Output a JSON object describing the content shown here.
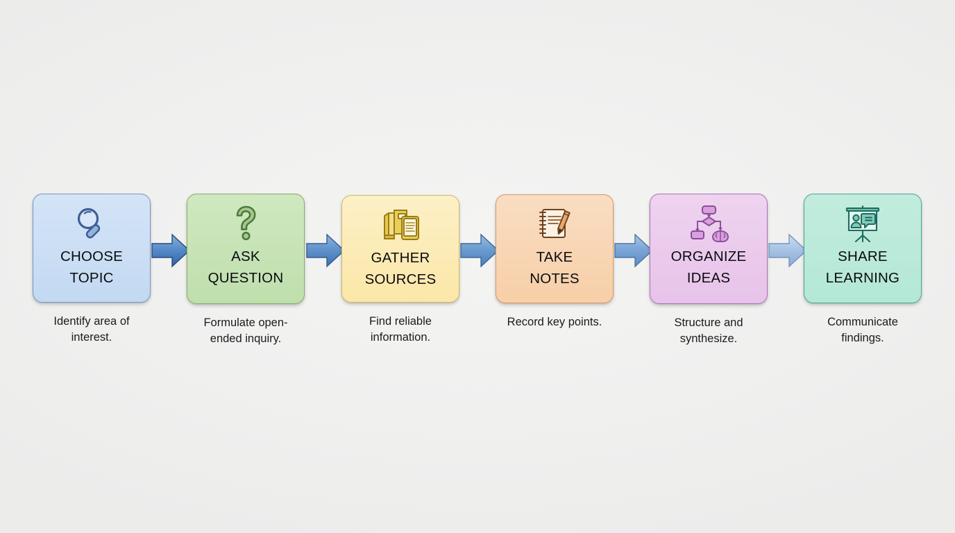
{
  "diagram": {
    "type": "linear-process-flow",
    "title_present": false,
    "background_color": "#efefee",
    "step_count": 6,
    "arrow_label": "next-step-arrow",
    "steps": [
      {
        "id": "choose-topic",
        "title": "CHOOSE\nTOPIC",
        "caption": "Identify area of\ninterest.",
        "icon": "magnifying-glass-icon",
        "fill_color": "#cbdff4",
        "border_color": "#7698c4",
        "icon_color": "#40639c"
      },
      {
        "id": "ask-question",
        "title": "ASK\nQUESTION",
        "caption": "Formulate open-\nended inquiry.",
        "icon": "question-mark-icon",
        "fill_color": "#c7e3b6",
        "border_color": "#86ae6d",
        "icon_color": "#4e7a3c"
      },
      {
        "id": "gather-sources",
        "title": "GATHER\nSOURCES",
        "caption": "Find reliable\ninformation.",
        "icon": "books-and-tablet-icon",
        "fill_color": "#fbecb8",
        "border_color": "#d3b963",
        "icon_color": "#a98b1d"
      },
      {
        "id": "take-notes",
        "title": "TAKE\nNOTES",
        "caption": "Record key points.",
        "icon": "notebook-and-pencil-icon",
        "fill_color": "#f8d6b5",
        "border_color": "#d79a62",
        "icon_color": "#7a4a25"
      },
      {
        "id": "organize-ideas",
        "title": "ORGANIZE\nIDEAS",
        "caption": "Structure and\nsynthesize.",
        "icon": "flowchart-brain-icon",
        "fill_color": "#eacbec",
        "border_color": "#b071b8",
        "icon_color": "#8a4d96"
      },
      {
        "id": "share-learning",
        "title": "SHARE\nLEARNING",
        "caption": "Communicate\nfindings.",
        "icon": "presentation-screen-icon",
        "fill_color": "#bbeadb",
        "border_color": "#49a893",
        "icon_color": "#1e6b5e"
      }
    ],
    "arrows": [
      {
        "id": "arrow-1",
        "from": "choose-topic",
        "to": "ask-question",
        "color_light": "#7ba5d8",
        "color_dark": "#2f68ad"
      },
      {
        "id": "arrow-2",
        "from": "ask-question",
        "to": "gather-sources",
        "color_light": "#84abdb",
        "color_dark": "#3c74b5"
      },
      {
        "id": "arrow-3",
        "from": "gather-sources",
        "to": "take-notes",
        "color_light": "#8fb4de",
        "color_dark": "#4b7fbb"
      },
      {
        "id": "arrow-4",
        "from": "take-notes",
        "to": "organize-ideas",
        "color_light": "#9dbfe3",
        "color_dark": "#5e8cc4"
      },
      {
        "id": "arrow-5",
        "from": "organize-ideas",
        "to": "share-learning",
        "color_light": "#b9d2ec",
        "color_dark": "#86a9d3"
      }
    ]
  }
}
